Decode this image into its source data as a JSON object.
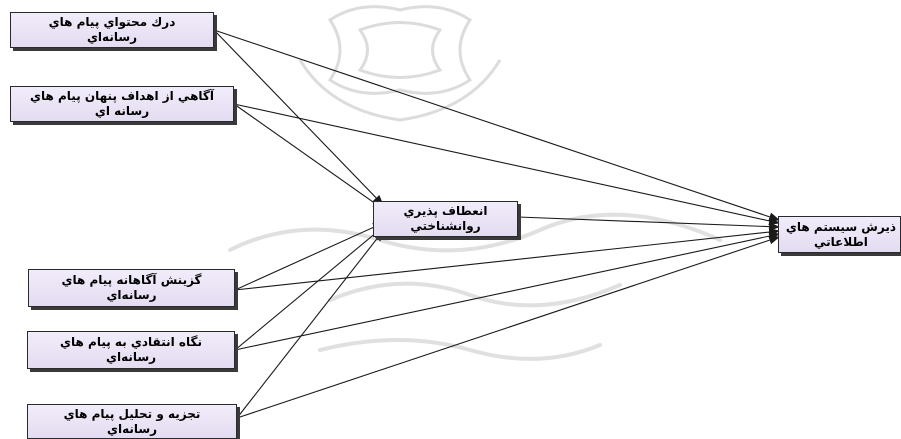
{
  "diagram": {
    "nodes": [
      {
        "id": "n1",
        "label": "درك محتواي پيام هاي\nرسانه‌اي"
      },
      {
        "id": "n2",
        "label": "آگاهي از اهداف پنهان پيام هاي\nرسانه اي"
      },
      {
        "id": "n3",
        "label": "انعطاف پذيري\nروانشناختي"
      },
      {
        "id": "n4",
        "label": "ذيرش سيستم هاي\nاطلاعاتي"
      },
      {
        "id": "n5",
        "label": "گزينش آگاهانه پيام هاي\nرسانه‌اي"
      },
      {
        "id": "n6",
        "label": "نگاه انتقادي به پيام هاي\nرسانه‌اي"
      },
      {
        "id": "n7",
        "label": "تجزيه و تحليل پيام هاي\nرسانه‌اي"
      }
    ],
    "edges": [
      {
        "from": "n1",
        "to": "n3"
      },
      {
        "from": "n1",
        "to": "n4"
      },
      {
        "from": "n2",
        "to": "n3"
      },
      {
        "from": "n2",
        "to": "n4"
      },
      {
        "from": "n3",
        "to": "n4"
      },
      {
        "from": "n5",
        "to": "n3"
      },
      {
        "from": "n5",
        "to": "n4"
      },
      {
        "from": "n6",
        "to": "n3"
      },
      {
        "from": "n6",
        "to": "n4"
      },
      {
        "from": "n7",
        "to": "n3"
      },
      {
        "from": "n7",
        "to": "n4"
      }
    ],
    "colors": {
      "node_fill": "#e8e1f4",
      "border": "#2a2a2a",
      "arrow": "#1a1a1a",
      "watermark": "#d8d8d8"
    }
  }
}
